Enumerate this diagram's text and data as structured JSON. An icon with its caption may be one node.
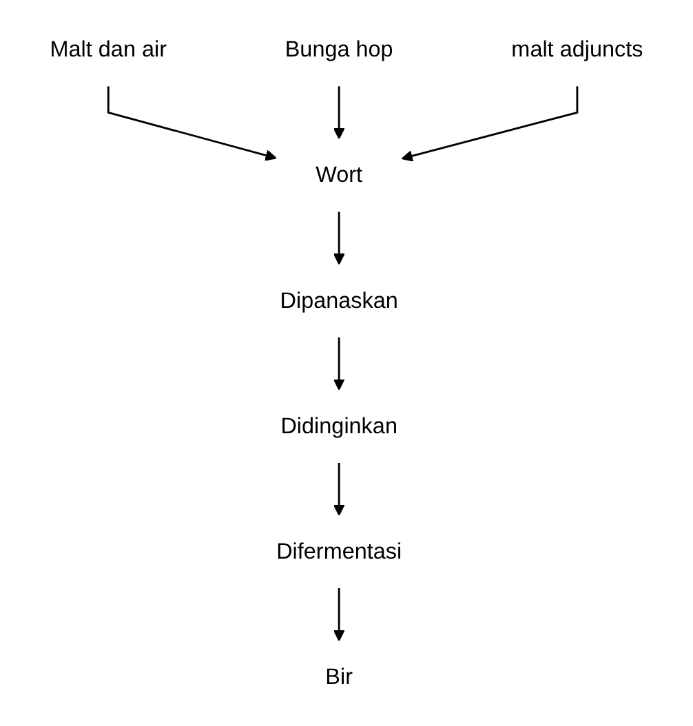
{
  "diagram": {
    "nodes": [
      {
        "text": [
          "Malt dan air"
        ]
      },
      {
        "text": [
          "Bunga hop"
        ]
      },
      {
        "text": [
          "malt adjuncts"
        ]
      },
      {
        "text": [
          "Wort"
        ]
      },
      {
        "text": [
          "Dipanaskan"
        ]
      },
      {
        "text": [
          "Didinginkan"
        ]
      },
      {
        "text": [
          "Difermentasi"
        ]
      },
      {
        "text": [
          "Bir"
        ]
      }
    ],
    "edges": [
      {
        "from": 0,
        "to": 3,
        "arrow": "to"
      },
      {
        "from": 1,
        "to": 3,
        "arrow": "to"
      },
      {
        "from": 2,
        "to": 3,
        "arrow": "to"
      },
      {
        "from": 3,
        "to": 4,
        "arrow": "to"
      },
      {
        "from": 4,
        "to": 5,
        "arrow": "to"
      },
      {
        "from": 5,
        "to": 6,
        "arrow": "to"
      },
      {
        "from": 6,
        "to": 7,
        "arrow": "to"
      }
    ]
  }
}
